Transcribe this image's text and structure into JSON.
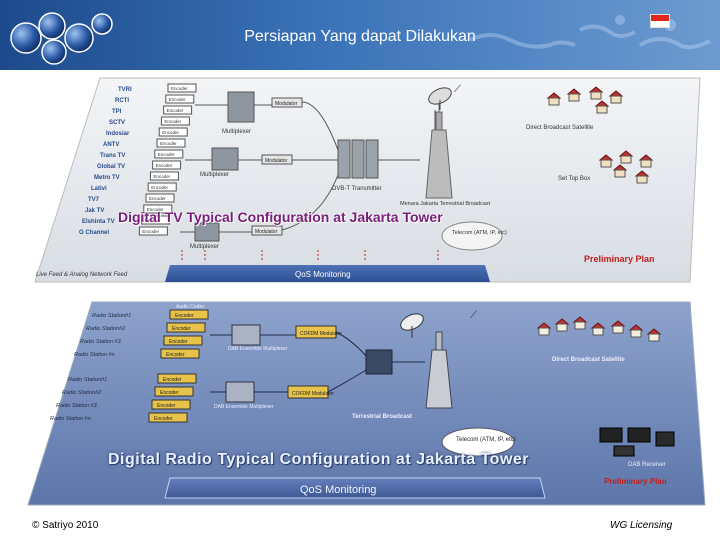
{
  "header": {
    "title": "Persiapan Yang dapat Dilakukan"
  },
  "tv_diagram": {
    "title": "Digital TV Typical Configuration at Jakarta Tower",
    "channels": [
      "TVRI",
      "RCTI",
      "TPI",
      "SCTV",
      "Indosiar",
      "ANTV",
      "Trans TV",
      "Global TV",
      "Metro TV",
      "Lativi",
      "TV7",
      "Jak TV",
      "Elshinta TV",
      "O Channel"
    ],
    "encoder_label": "Encoder",
    "multiplexer_label": "Multiplexer",
    "modulator_label": "Modulator",
    "transmitter_label": "DVB-T Transmitter",
    "tower_label": "Menara Jakarta Terrestrial Broadcast",
    "direct_label": "Direct Broadcast Satellite",
    "settop_label": "Set Top Box",
    "telecom_label": "Telecom (ATM, IP, etc)",
    "live_feed_label": "Live Feed & Analog Network Feed",
    "qos_label": "QoS Monitoring",
    "plan_label": "Preliminary Plan"
  },
  "radio_diagram": {
    "title": "Digital Radio Typical Configuration at Jakarta Tower",
    "stations": [
      "Radio Station#1",
      "Radio Station#2",
      "Radio Station #3",
      "Radio Station #n",
      "Radio Station#1",
      "Radio Station#2",
      "Radio Station #3",
      "Radio Station #n"
    ],
    "audio_codec_label": "Audio Codec",
    "encoder_label": "Encoder",
    "ensemble_label": "DAB Ensemble Multiplexer",
    "cofdm_label": "COFDM Modulator",
    "terrestrial_label": "Terrestrial Broadcast",
    "direct_label": "Direct Broadcast Satellite",
    "telecom_label": "Telecom (ATM, IP, etc)",
    "receiver_label": "DAB Receiver",
    "qos_label": "QoS Monitoring",
    "plan_label": "Preliminary Plan"
  },
  "footer": {
    "left": "© Satriyo 2010",
    "right": "WG Licensing"
  },
  "colors": {
    "header_blue": "#1d4a8c",
    "tv_title": "#7a1f7a",
    "radio_bg": "#6f87b8",
    "plan_red": "#c0201e"
  }
}
